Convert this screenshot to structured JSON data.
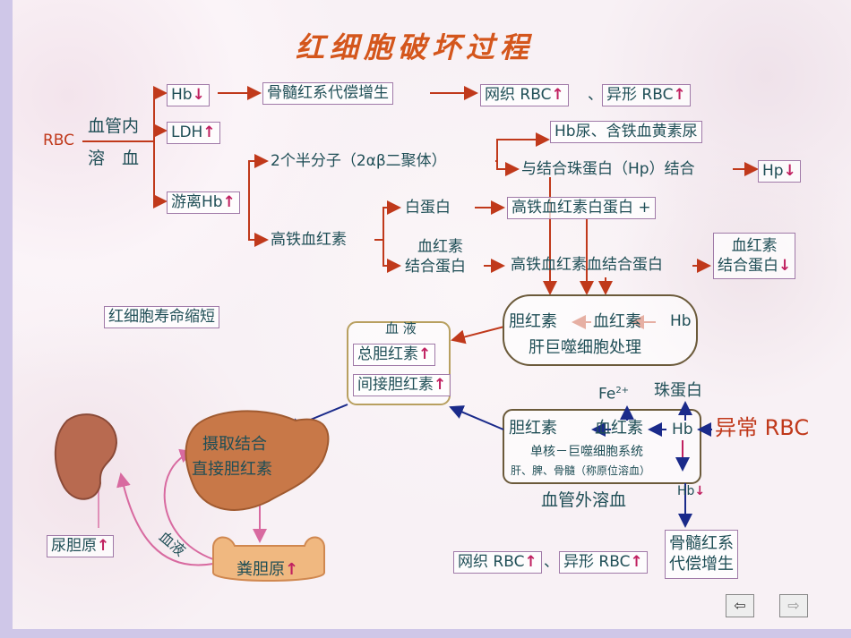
{
  "title": "红细胞破坏过程",
  "rbc": "RBC",
  "intravascular": "血管内",
  "hemolysis": "溶　血",
  "hb_down": "Hb",
  "ldh_up": "LDH",
  "free_hb_up": "游离Hb",
  "marrow_comp": "骨髓红系代偿增生",
  "reticulo_rbc": "网织 RBC",
  "abnormal_rbc": "异形 RBC",
  "sep_dun": "、",
  "half_molecule": "2个半分子（2αβ二聚体）",
  "hb_urine": "Hb尿、含铁血黄素尿",
  "hp_bind": "与结合珠蛋白（Hp）结合",
  "hp_down": "Hp",
  "methemoglobin": "高铁血红素",
  "albumin": "白蛋白",
  "methemalbumin": "高铁血红素白蛋白 +",
  "hemopexin_1": "血红素",
  "hemopexin_2": "结合蛋白",
  "met_hemopexin": "高铁血红素血结合蛋白",
  "hemopexin_down_1": "血红素",
  "hemopexin_down_2": "结合蛋白",
  "rbc_life": "红细胞寿命缩短",
  "blood": "血 液",
  "total_bili": "总胆红素",
  "indirect_bili": "间接胆红素",
  "bilirubin": "胆红素",
  "heme": "血红素",
  "hb": "Hb",
  "macrophage": "肝巨噬细胞处理",
  "uptake_1": "摄取结合",
  "uptake_2": "直接胆红素",
  "fe": "Fe",
  "fe_sup": "2+",
  "globin": "珠蛋白",
  "abnormal_rbc_big": "异常 RBC",
  "mps": "单核－巨噬细胞系统",
  "mps_sites": "肝、脾、骨髓（称原位溶血）",
  "extravascular": "血管外溶血",
  "hb_down2": "Hb",
  "marrow_comp2_1": "骨髓红系",
  "marrow_comp2_2": "代偿增生",
  "reticulo_rbc2": "网织 RBC",
  "abnormal_rbc2": "异形 RBC",
  "urobilinogen": "尿胆原",
  "blood_vertical": "血液",
  "stercobilinogen": "粪胆原",
  "nav_prev": "⇦",
  "nav_next": "⇨",
  "arrow_up": "↑",
  "arrow_down": "↓"
}
